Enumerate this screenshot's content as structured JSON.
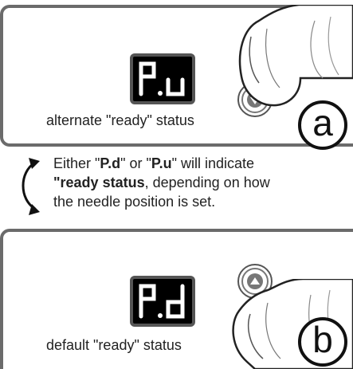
{
  "panel_a": {
    "display_text": "P.u",
    "caption": "alternate \"ready\" status",
    "badge": "a",
    "button": "down-arrow"
  },
  "panel_b": {
    "display_text": "P.d",
    "caption": "default \"ready\" status",
    "badge": "b",
    "button": "up-arrow"
  },
  "note": {
    "line1_pre": "Either \"",
    "pd": "P.d",
    "line1_mid": "\" or \"",
    "pu": "P.u",
    "line1_post": "\" will indicate",
    "ready_bold": "\"ready status",
    "line2_post": ", depending on how",
    "line3": "the needle position is set."
  },
  "colors": {
    "display_bg": "#000000",
    "segment": "#ffffff",
    "frame": "#6b6b6b"
  }
}
